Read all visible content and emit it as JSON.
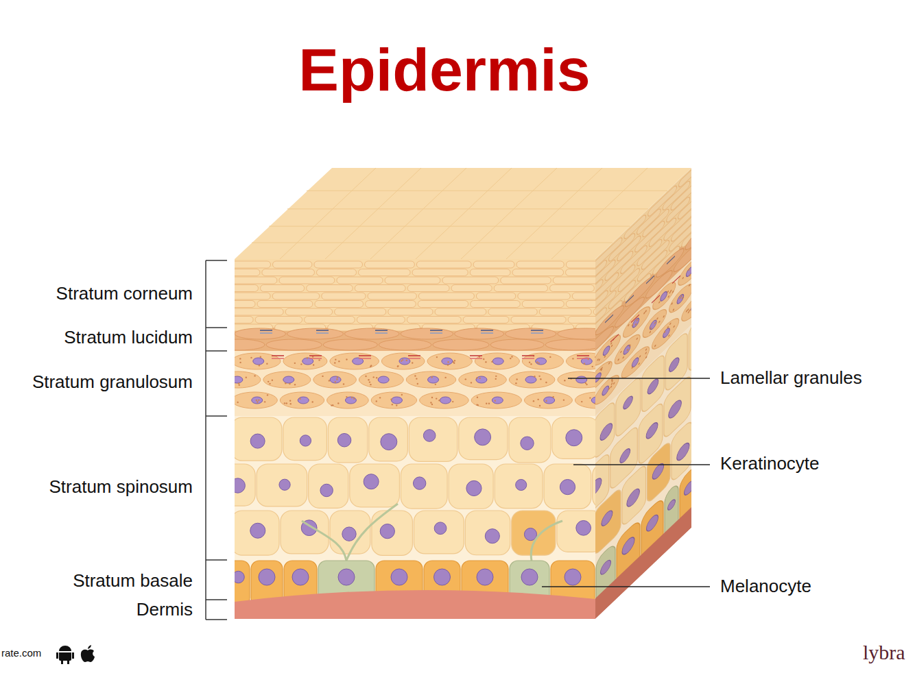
{
  "diagram": {
    "title": "Epidermis",
    "labels": [
      "Stratum corneum",
      "Stratum lucidum",
      "Stratum granulosum",
      "Stratum spinosum",
      "Stratum basale",
      "Dermis",
      "Lamellar granules",
      "Keratinocyte",
      "Melanocyte",
      "rate.com",
      "lybra"
    ]
  }
}
